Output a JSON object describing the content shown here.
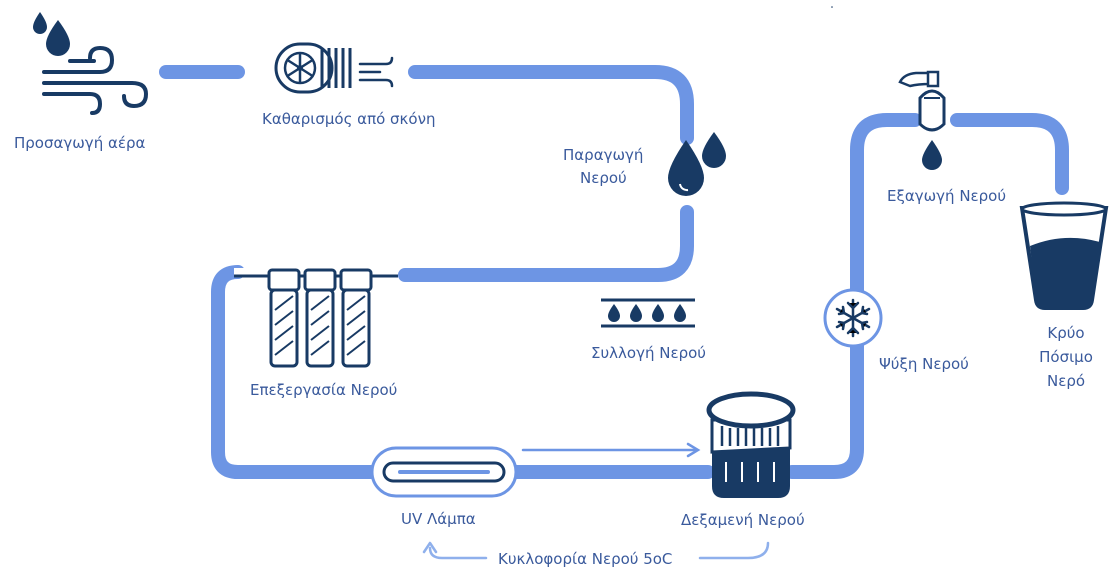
{
  "labels": {
    "air_intake": "Προσαγωγή αέρα",
    "dust_cleaning": "Καθαρισμός από σκόνη",
    "water_production_1": "Παραγωγή",
    "water_production_2": "Νερού",
    "water_collection": "Συλλογή Νερού",
    "water_treatment": "Επεξεργασία Νερού",
    "uv_lamp": "UV Λάμπα",
    "water_tank": "Δεξαμενή Νερού",
    "circulation": "Κυκλοφορία Νερού 5oC",
    "water_cooling": "Ψύξη Νερού",
    "water_output": "Εξαγωγή Νερού",
    "cold_water_1": "Κρύο",
    "cold_water_2": "Πόσιμο",
    "cold_water_3": "Νερό"
  },
  "icons": {
    "air": "wind-drops-icon",
    "dust": "fan-filter-icon",
    "drops": "water-drops-icon",
    "collection": "collection-tray-icon",
    "filters": "filter-cartridges-icon",
    "uv": "uv-lamp-icon",
    "tank": "water-tank-icon",
    "cooling": "snowflake-icon",
    "tap": "tap-icon",
    "glass": "water-glass-icon"
  },
  "colors": {
    "pipe": "#6d95e4",
    "icon": "#183a64",
    "text": "#3a5a9c",
    "thin_pipe": "#8fb0ec"
  }
}
